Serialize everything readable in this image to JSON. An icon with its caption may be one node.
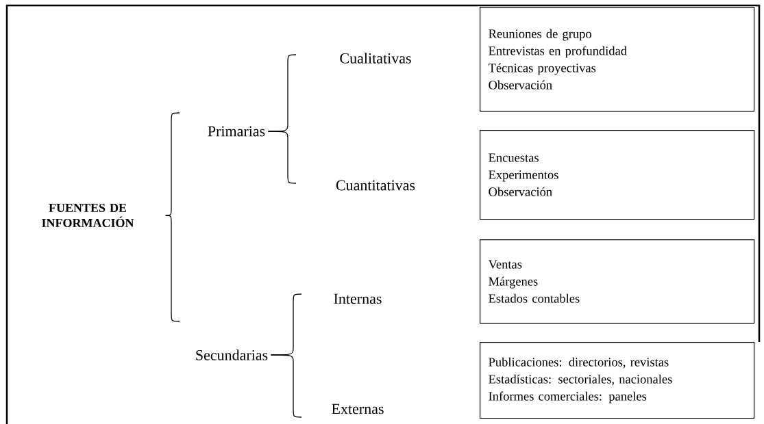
{
  "diagram": {
    "nodes": [
      {
        "text": [
          "FUENTES DE INFORMACIÓN"
        ]
      },
      {
        "text": [
          "Primarias"
        ]
      },
      {
        "text": [
          "Secundarias"
        ]
      },
      {
        "text": [
          "Cualitativas"
        ]
      },
      {
        "text": [
          "Cuantitativas"
        ]
      },
      {
        "text": [
          "Internas"
        ]
      },
      {
        "text": [
          "Externas"
        ]
      },
      {
        "text": [
          "Reuniones de grupo",
          "Entrevistas en profundidad",
          "Técnicas proyectivas",
          "Observación"
        ]
      },
      {
        "text": [
          "Encuestas",
          "Experimentos",
          "Observación"
        ]
      },
      {
        "text": [
          "Ventas",
          "Márgenes",
          "Estados contables"
        ]
      },
      {
        "text": [
          "Publicaciones: directorios, revistas",
          "Estadísticas: sectoriales, nacionales",
          "Informes comerciales: paneles"
        ]
      }
    ],
    "edges": [
      {
        "from": 0,
        "to": 1,
        "arrow": "none"
      },
      {
        "from": 0,
        "to": 2,
        "arrow": "none"
      },
      {
        "from": 1,
        "to": 3,
        "arrow": "none"
      },
      {
        "from": 1,
        "to": 4,
        "arrow": "none"
      },
      {
        "from": 2,
        "to": 5,
        "arrow": "none"
      },
      {
        "from": 2,
        "to": 6,
        "arrow": "none"
      }
    ]
  }
}
